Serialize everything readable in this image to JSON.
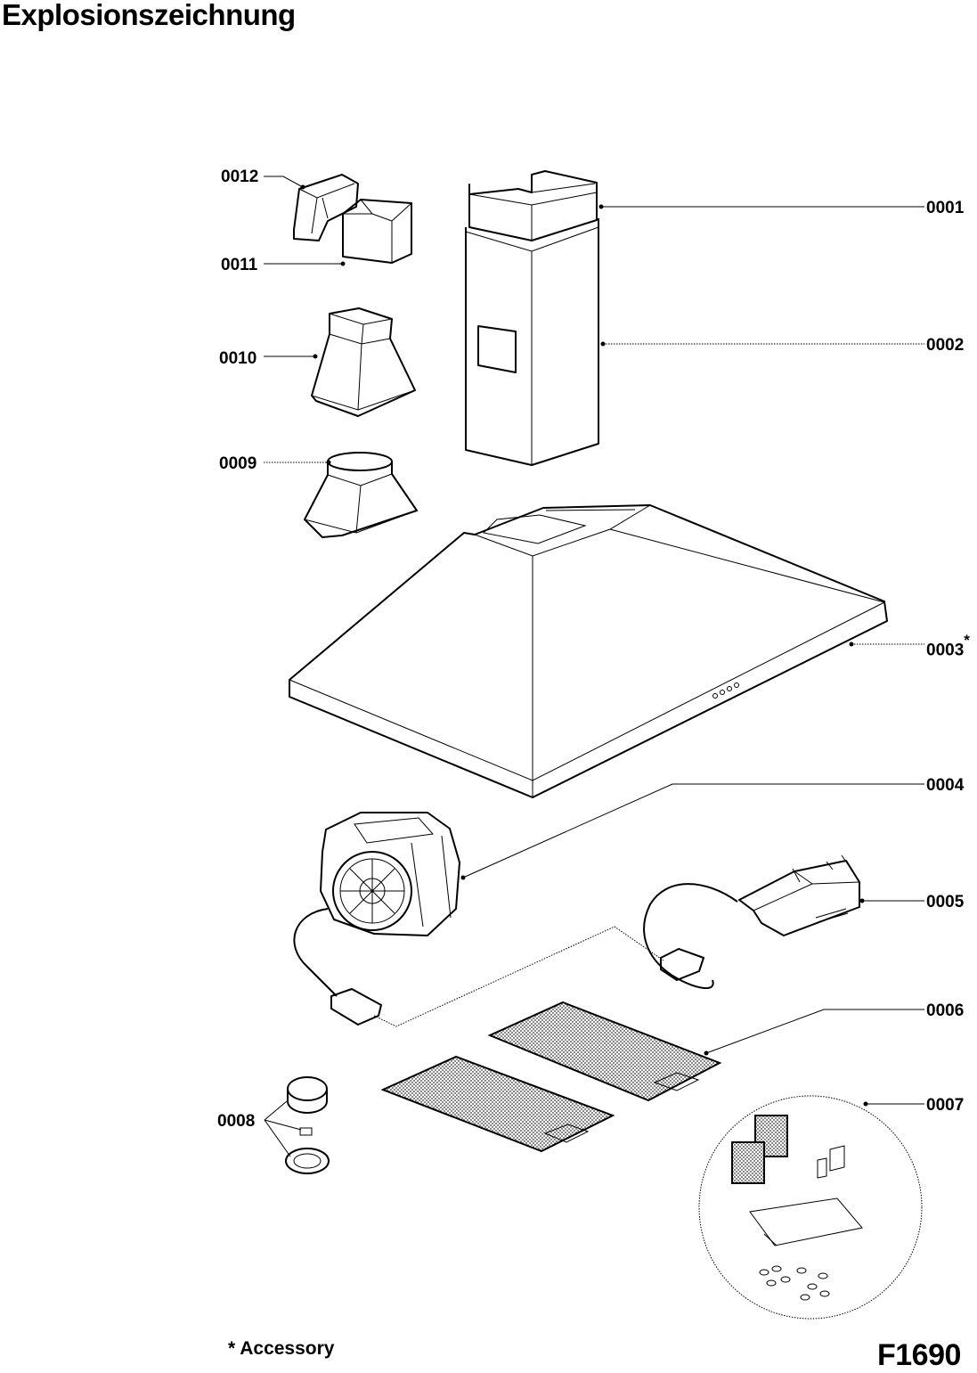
{
  "header": {
    "title": "Explosionszeichnung"
  },
  "footer": {
    "note": "* Accessory",
    "code": "F1690"
  },
  "parts": [
    {
      "id": "0001",
      "label": "0001"
    },
    {
      "id": "0002",
      "label": "0002"
    },
    {
      "id": "0003",
      "label": "0003",
      "mark": "*"
    },
    {
      "id": "0004",
      "label": "0004"
    },
    {
      "id": "0005",
      "label": "0005"
    },
    {
      "id": "0006",
      "label": "0006"
    },
    {
      "id": "0007",
      "label": "0007"
    },
    {
      "id": "0008",
      "label": "0008"
    },
    {
      "id": "0009",
      "label": "0009"
    },
    {
      "id": "0010",
      "label": "0010"
    },
    {
      "id": "0011",
      "label": "0011"
    },
    {
      "id": "0012",
      "label": "0012"
    }
  ]
}
